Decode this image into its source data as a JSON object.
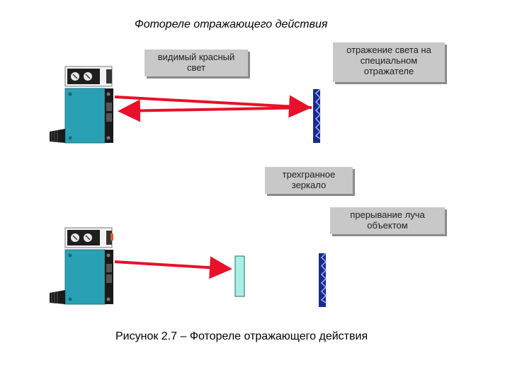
{
  "title": "Фотореле отражающего действия",
  "caption": "Рисунок 2.7 – Фотореле отражающего действия",
  "labels": {
    "visible_red_light": [
      "видимый красный",
      "свет"
    ],
    "reflection": [
      "отражение света на",
      "специальном",
      "отражателе"
    ],
    "triple_mirror": [
      "трехгранное",
      "зеркало"
    ],
    "beam_interruption": [
      "прерывание луча",
      "объектом"
    ]
  },
  "colors": {
    "sensor_body": "#2aa0b4",
    "beam": "#e8102a",
    "reflector": "#1a2a8a",
    "object": "#a8f0e6",
    "label_bg": "#c8c8c8"
  }
}
